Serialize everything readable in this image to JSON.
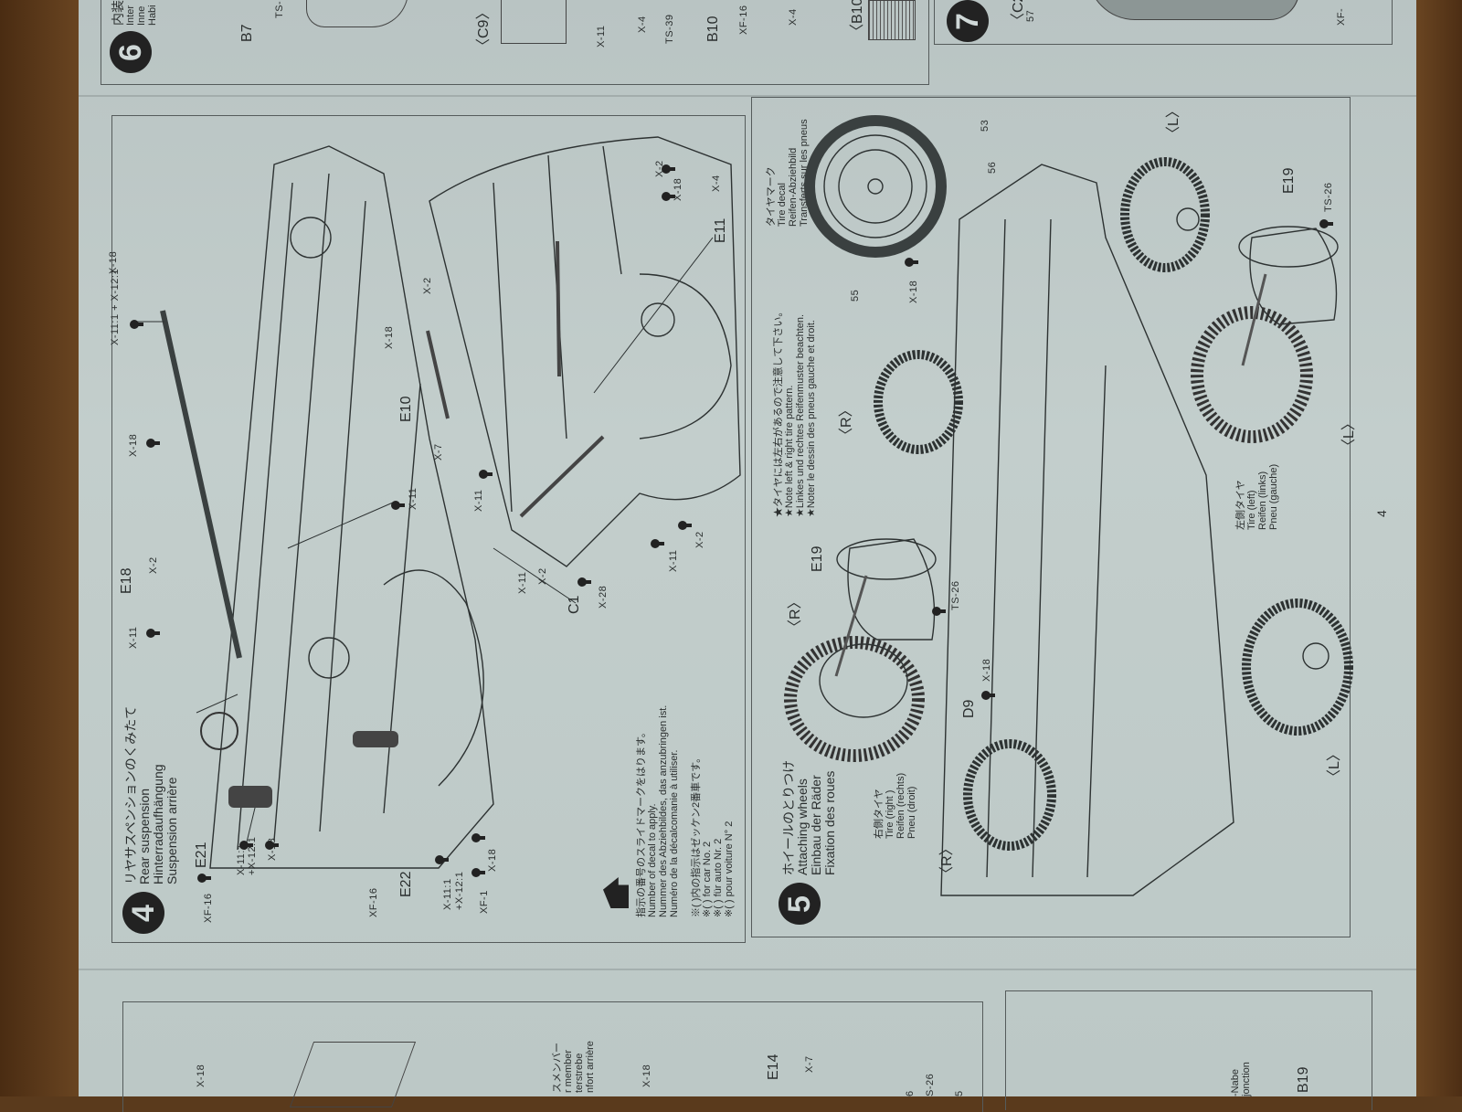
{
  "page_number": "4",
  "step4": {
    "number": "4",
    "title_ja": "リヤサスペンションのくみたて",
    "title_en": "Rear suspension",
    "title_de": "Hinterradaufhängung",
    "title_fr": "Suspension arrière",
    "parts": [
      "E21",
      "E22",
      "E18",
      "E10",
      "E11",
      "C1"
    ],
    "paints": [
      "XF-16",
      "X-11:1",
      "+X-12:1",
      "X-18",
      "XF-16",
      "X-11:1",
      "+X-12:1",
      "XF-1",
      "X-18",
      "X-11",
      "X-2",
      "X-18",
      "X-11:1 + X-12:1",
      "X-18",
      "X-2",
      "X-11",
      "X-7",
      "X-11",
      "X-2",
      "X-18",
      "X-4",
      "X-11",
      "X-2",
      "X-28",
      "X-11",
      "X-2"
    ],
    "decal_note_ja": "指示の番号のスライドマークをはります。",
    "decal_note_en": "Number of decal to apply.",
    "decal_note_de": "Nummer des Abziehbildes, das anzubringen ist.",
    "decal_note_fr": "Numéro de la décalcomanie à utiliser.",
    "car_note_ja": "※(  )内の指示はゼッケン2番車です。",
    "car_note_en": "※(  ) for car No. 2",
    "car_note_de": "※(  ) für auto Nr. 2",
    "car_note_fr": "※(  ) pour voiture N° 2"
  },
  "step5": {
    "number": "5",
    "title_ja": "ホイールのとりつけ",
    "title_en": "Attaching wheels",
    "title_de": "Einbau der Räder",
    "title_fr": "Fixation des roues",
    "note_ja": "★タイヤには左右があるので注意して下さい。",
    "note_en": "★Note left & right tire pattern.",
    "note_de": "★Linkes und rechtes Reifenmuster beachten.",
    "note_fr": "★Noter le dessin des pneus gauche et droit.",
    "tire_decal_ja": "タイヤマーク",
    "tire_decal_en": "Tire decal",
    "tire_decal_de": "Reifen-Abziehbild",
    "tire_decal_fr": "Transferts sur les pneus",
    "right_tire_ja": "右側タイヤ",
    "right_tire_en": "Tire (right )",
    "right_tire_de": "Reifen (rechts)",
    "right_tire_fr": "Pneu (droit)",
    "left_tire_ja": "左側タイヤ",
    "left_tire_en": "Tire (left)",
    "left_tire_de": "Reifen (links)",
    "left_tire_fr": "Pneu (gauche)",
    "markers": [
      "〈R〉",
      "〈R〉",
      "〈R〉",
      "〈L〉",
      "〈L〉",
      "〈L〉"
    ],
    "parts": [
      "E19",
      "E19",
      "D9"
    ],
    "paints": [
      "TS-26",
      "TS-26",
      "X-18",
      "X-18"
    ],
    "decals": [
      "55",
      "56",
      "53"
    ]
  },
  "step6": {
    "number": "6",
    "title_ja": "内装",
    "title_en": "Inter",
    "title_de": "Inne",
    "title_fr": "Habi",
    "labels": [
      "B7",
      "TS-",
      "〈C9〉",
      "X-11",
      "X-4",
      "TS-39",
      "B10",
      "XF-16",
      "X-4",
      "〈B10〉"
    ]
  },
  "step7": {
    "number": "7",
    "labels": [
      "〈C2",
      "57",
      "XF-"
    ]
  },
  "prev_page": {
    "labels": [
      "X-18",
      "スメンバー",
      "r member",
      "terstrebe",
      "nfort arrière",
      "X-18",
      "E14",
      "X-7",
      "6",
      "S-26",
      "5",
      "B19",
      "-Nabe",
      "jonction"
    ]
  }
}
